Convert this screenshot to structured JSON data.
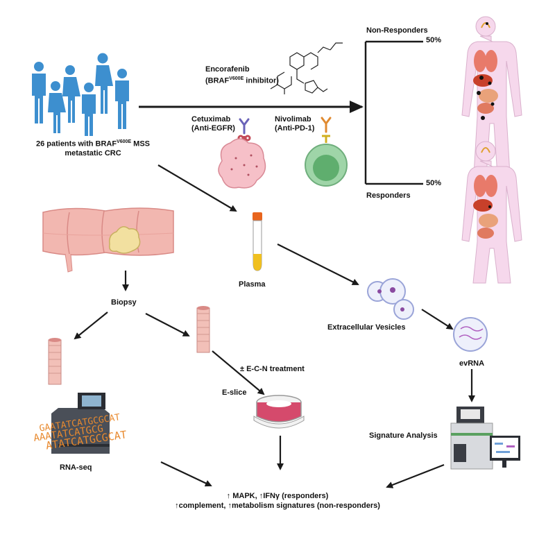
{
  "cohort": {
    "line1_pre": "26 patients with BRAF",
    "line1_sup": "V600E",
    "line1_post": " MSS",
    "line2": "metastatic CRC"
  },
  "drugs": {
    "encorafenib_name": "Encorafenib",
    "encorafenib_pre": "(BRAF",
    "encorafenib_sup": "V600E",
    "encorafenib_post": " inhibitor)",
    "cetuximab_name": "Cetuximab",
    "cetuximab_target": "(Anti-EGFR)",
    "nivolumab_name": "Nivolimab",
    "nivolumab_target": "(Anti-PD-1)"
  },
  "outcomes": {
    "nonresponders_label": "Non-Responders",
    "nonresponders_pct": "50%",
    "responders_label": "Responders",
    "responders_pct": "50%"
  },
  "workflow": {
    "biopsy": "Biopsy",
    "plasma": "Plasma",
    "ev": "Extracellular Vesicles",
    "evrna": "evRNA",
    "treatment": "± E-C-N treatment",
    "eslice": "E-slice",
    "rnaseq": "RNA-seq",
    "signature": "Signature Analysis"
  },
  "dna_text": {
    "line1": "GAATATCATGCGCAT",
    "line2": "AAATATCATGCG",
    "line3": "ATATCATGCGCAT"
  },
  "conclusion": {
    "line1": "↑ MAPK, ↑IFNγ (responders)",
    "line2": "↑complement, ↑metabolism signatures (non-responders)"
  },
  "colors": {
    "person": "#3d8fcf",
    "arrow": "#1a1a1a",
    "body_skin": "#f6d8ec",
    "organ": "#e0584a",
    "colon": "#f2b7b0",
    "tumor": "#f2e0a0",
    "plasma_cap": "#e8651e",
    "plasma_fill": "#f0c020",
    "tcell": "#9fd5a8",
    "tumor_cell": "#f6c0c8",
    "dish": "#d54a6c",
    "dna": "#e8892e"
  }
}
